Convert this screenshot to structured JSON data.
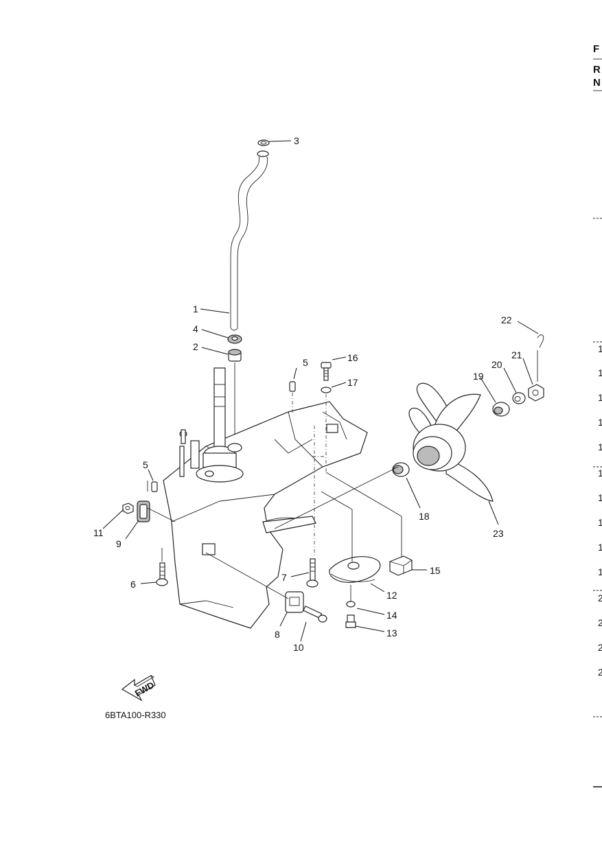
{
  "diagram": {
    "code": "6BTA100-R330",
    "fwd_label": "FWD",
    "labels": [
      {
        "id": "1",
        "text": "1"
      },
      {
        "id": "2",
        "text": "2"
      },
      {
        "id": "3",
        "text": "3"
      },
      {
        "id": "4",
        "text": "4"
      },
      {
        "id": "5a",
        "text": "5"
      },
      {
        "id": "5b",
        "text": "5"
      },
      {
        "id": "6",
        "text": "6"
      },
      {
        "id": "7",
        "text": "7"
      },
      {
        "id": "8",
        "text": "8"
      },
      {
        "id": "9",
        "text": "9"
      },
      {
        "id": "10",
        "text": "10"
      },
      {
        "id": "11",
        "text": "11"
      },
      {
        "id": "12",
        "text": "12"
      },
      {
        "id": "13",
        "text": "13"
      },
      {
        "id": "14",
        "text": "14"
      },
      {
        "id": "15",
        "text": "15"
      },
      {
        "id": "16",
        "text": "16"
      },
      {
        "id": "17",
        "text": "17"
      },
      {
        "id": "18",
        "text": "18"
      },
      {
        "id": "19",
        "text": "19"
      },
      {
        "id": "20",
        "text": "20"
      },
      {
        "id": "21",
        "text": "21"
      },
      {
        "id": "22",
        "text": "22"
      },
      {
        "id": "23",
        "text": "23"
      }
    ]
  },
  "edge": {
    "title_letter": "F",
    "line1_letter": "R",
    "line2_letter": "N",
    "row_marks": [
      "1",
      "1",
      "1",
      "1",
      "1",
      "1",
      "1",
      "1",
      "1",
      "1",
      "2",
      "2",
      "2",
      "2"
    ]
  }
}
